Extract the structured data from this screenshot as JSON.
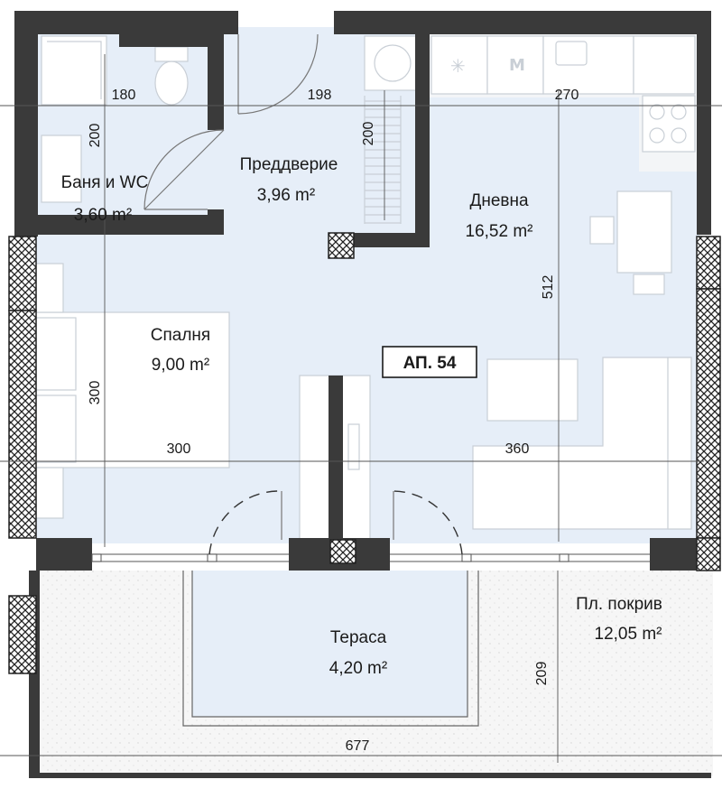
{
  "plan": {
    "apartment_tag": "АП. 54",
    "rooms": {
      "bathroom": {
        "name": "Баня и WC",
        "area": "3,60 m²"
      },
      "hallway": {
        "name": "Преддверие",
        "area": "3,96 m²"
      },
      "living": {
        "name": "Дневна",
        "area": "16,52 m²"
      },
      "bedroom": {
        "name": "Спалня",
        "area": "9,00 m²"
      },
      "terrace": {
        "name": "Тераса",
        "area": "4,20 m²"
      },
      "flat_roof": {
        "name": "Пл. покрив",
        "area": "12,05 m²"
      }
    },
    "dimensions": {
      "bath_width": "180",
      "bath_depth": "200",
      "hall_width": "198",
      "hall_depth": "200",
      "kitchen_width": "270",
      "living_depth": "512",
      "bedroom_depth": "300",
      "bedroom_width": "300",
      "living_width": "360",
      "terrace_depth": "209",
      "total_width": "677"
    },
    "colors": {
      "interior": "#e6eef8",
      "wall": "#3a3a3a",
      "balcony": "#f4f4f4"
    }
  }
}
